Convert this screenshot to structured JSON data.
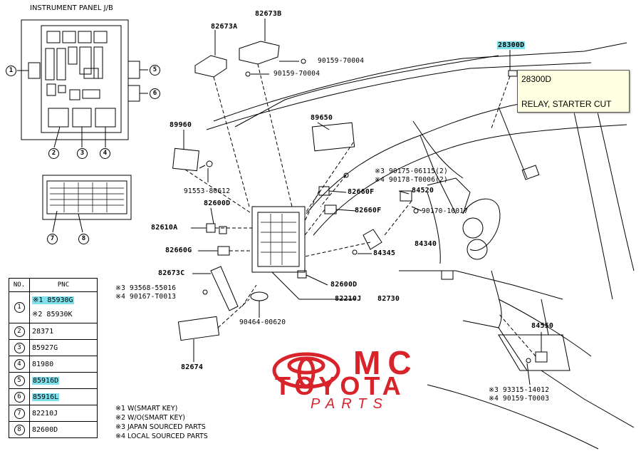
{
  "diagram": {
    "title": "INSTRUMENT PANEL J/B",
    "part_labels": [
      {
        "id": "82673B",
        "text": "82673B"
      },
      {
        "id": "82673A",
        "text": "82673A"
      },
      {
        "id": "90159-70004-a",
        "text": "90159-70004"
      },
      {
        "id": "90159-70004-b",
        "text": "90159-70004"
      },
      {
        "id": "28300D",
        "text": "28300D"
      },
      {
        "id": "89650",
        "text": "89650"
      },
      {
        "id": "89960",
        "text": "89960"
      },
      {
        "id": "90175",
        "text": "※3 90175-06115(2)"
      },
      {
        "id": "90178",
        "text": "※4 90178-T0006(2)"
      },
      {
        "id": "82660F-a",
        "text": "82660F"
      },
      {
        "id": "84520",
        "text": "84520"
      },
      {
        "id": "91553",
        "text": "91553-80612"
      },
      {
        "id": "82600D-a",
        "text": "82600D"
      },
      {
        "id": "82660F-b",
        "text": "82660F"
      },
      {
        "id": "90170",
        "text": "90170-10017"
      },
      {
        "id": "82610A",
        "text": "82610A"
      },
      {
        "id": "84340",
        "text": "84340"
      },
      {
        "id": "82660G",
        "text": "82660G"
      },
      {
        "id": "84345",
        "text": "84345"
      },
      {
        "id": "82673C",
        "text": "82673C"
      },
      {
        "id": "82600D-b",
        "text": "82600D"
      },
      {
        "id": "93568",
        "text": "※3 93568-55016"
      },
      {
        "id": "90167",
        "text": "※4 90167-T0013"
      },
      {
        "id": "82210J",
        "text": "82210J"
      },
      {
        "id": "82730",
        "text": "82730"
      },
      {
        "id": "90464",
        "text": "90464-00620"
      },
      {
        "id": "84550",
        "text": "84550"
      },
      {
        "id": "82674",
        "text": "82674"
      },
      {
        "id": "93315",
        "text": "※3 93315-14012"
      },
      {
        "id": "90159-T0003",
        "text": "※4 90159-T0003"
      }
    ],
    "callouts": [
      "1",
      "2",
      "3",
      "4",
      "5",
      "6",
      "7",
      "8"
    ]
  },
  "pnc_table": {
    "headers": [
      "NO.",
      "PNC"
    ],
    "rows": [
      {
        "no": "1",
        "pnc": [
          "※1 85930G",
          "※2 85930K"
        ]
      },
      {
        "no": "2",
        "pnc": [
          "28371"
        ]
      },
      {
        "no": "3",
        "pnc": [
          "85927G"
        ]
      },
      {
        "no": "4",
        "pnc": [
          "81980"
        ]
      },
      {
        "no": "5",
        "pnc": [
          "85916D"
        ]
      },
      {
        "no": "6",
        "pnc": [
          "85916L"
        ]
      },
      {
        "no": "7",
        "pnc": [
          "82210J"
        ]
      },
      {
        "no": "8",
        "pnc": [
          "82600D"
        ]
      }
    ]
  },
  "notes": [
    "※1 W(SMART KEY)",
    "※2 W/O(SMART KEY)",
    "※3 JAPAN SOURCED PARTS",
    "※4 LOCAL SOURCED PARTS"
  ],
  "tooltip": {
    "code": "28300D",
    "description": "RELAY, STARTER CUT"
  },
  "watermark": {
    "line1": "MC",
    "line2": "TOYOTA",
    "line3": "PARTS"
  },
  "colors": {
    "highlight": "#7fe0ec",
    "tooltip_bg": "#ffffe1",
    "brand_red": "#d8232a"
  },
  "icons": [
    "toyota-logo-icon"
  ]
}
